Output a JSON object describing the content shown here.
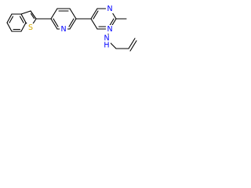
{
  "molecule": {
    "atoms": {
      "sulfur": {
        "label": "S",
        "color": "#d4a900"
      },
      "pyridine_n": {
        "label": "N",
        "color": "#0000ff"
      },
      "pyrimidine_n1": {
        "label": "N",
        "color": "#0000ff"
      },
      "pyrimidine_n3": {
        "label": "N",
        "color": "#0000ff"
      },
      "amine_n": {
        "label": "N",
        "color": "#0000ff"
      },
      "amine_h": {
        "label": "H",
        "color": "#0000ff"
      }
    }
  }
}
